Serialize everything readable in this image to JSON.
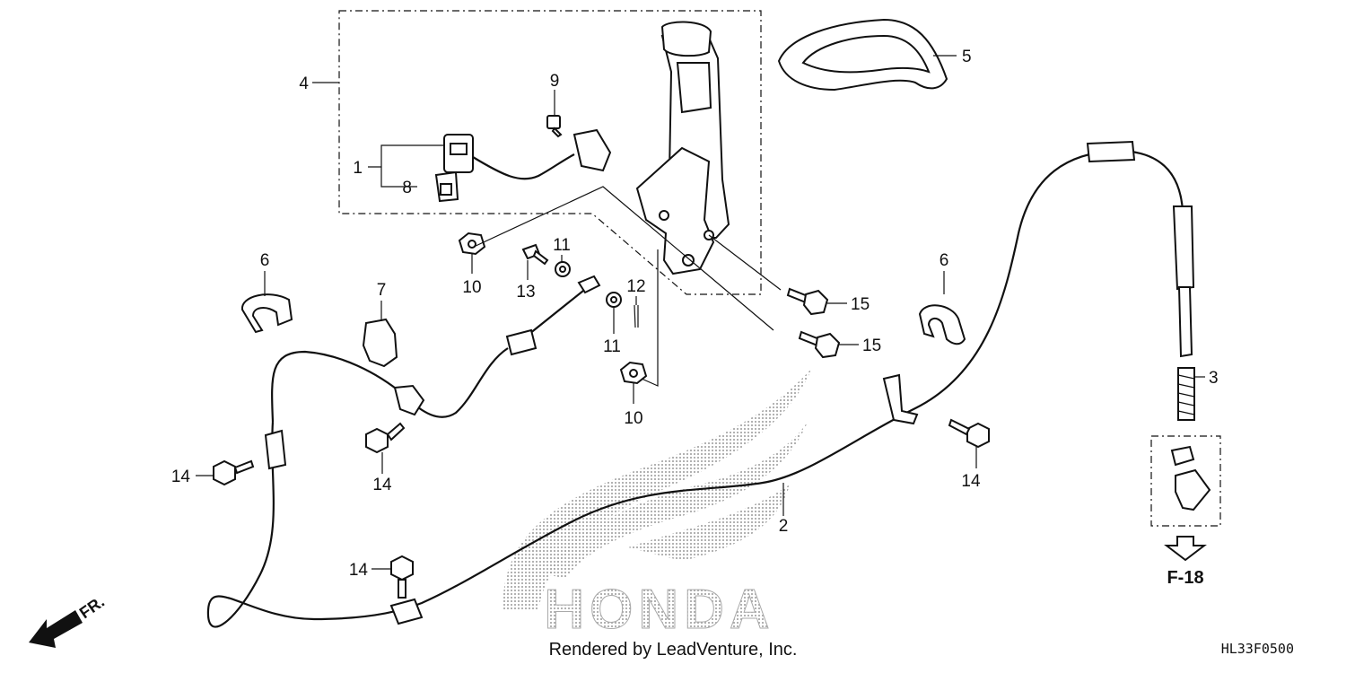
{
  "diagram": {
    "callouts": [
      {
        "id": "c1",
        "label": "1"
      },
      {
        "id": "c2",
        "label": "2"
      },
      {
        "id": "c3",
        "label": "3"
      },
      {
        "id": "c4",
        "label": "4"
      },
      {
        "id": "c5",
        "label": "5"
      },
      {
        "id": "c6a",
        "label": "6"
      },
      {
        "id": "c6b",
        "label": "6"
      },
      {
        "id": "c7",
        "label": "7"
      },
      {
        "id": "c8",
        "label": "8"
      },
      {
        "id": "c9",
        "label": "9"
      },
      {
        "id": "c10a",
        "label": "10"
      },
      {
        "id": "c10b",
        "label": "10"
      },
      {
        "id": "c11a",
        "label": "11"
      },
      {
        "id": "c11b",
        "label": "11"
      },
      {
        "id": "c12",
        "label": "12"
      },
      {
        "id": "c13",
        "label": "13"
      },
      {
        "id": "c14a",
        "label": "14"
      },
      {
        "id": "c14b",
        "label": "14"
      },
      {
        "id": "c14c",
        "label": "14"
      },
      {
        "id": "c14d",
        "label": "14"
      },
      {
        "id": "c15a",
        "label": "15"
      },
      {
        "id": "c15b",
        "label": "15"
      }
    ],
    "reference_label": "F-18",
    "direction_label": "FR.",
    "watermark_text": "HONDA",
    "footer_text": "Rendered by LeadVenture, Inc.",
    "diagram_code": "HL33F0500"
  }
}
